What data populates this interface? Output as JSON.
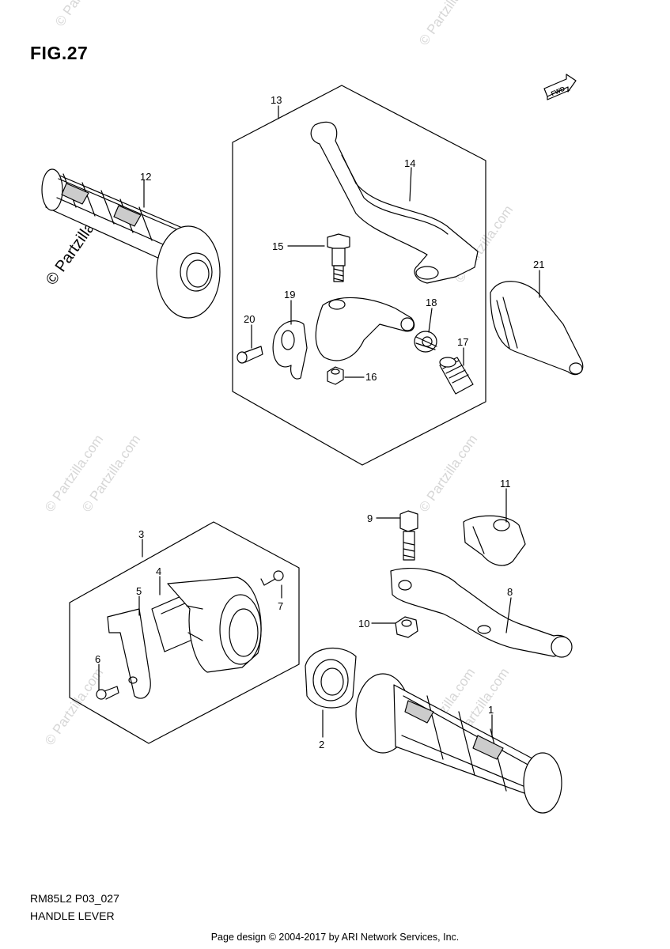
{
  "figure": {
    "title": "FIG.27"
  },
  "direction_marker": {
    "text": "FWD",
    "icon": "forward-arrow-icon"
  },
  "callouts": [
    "1",
    "2",
    "3",
    "4",
    "5",
    "6",
    "7",
    "8",
    "9",
    "10",
    "11",
    "12",
    "13",
    "14",
    "15",
    "16",
    "17",
    "18",
    "19",
    "20",
    "21"
  ],
  "watermark": {
    "text": "© Partzilla.com",
    "main_text": "© Partzilla.com"
  },
  "footer": {
    "model_code": "RM85L2 P03_027",
    "section_name": "HANDLE LEVER",
    "credit": "Page design © 2004-2017 by ARI Network Services, Inc."
  }
}
